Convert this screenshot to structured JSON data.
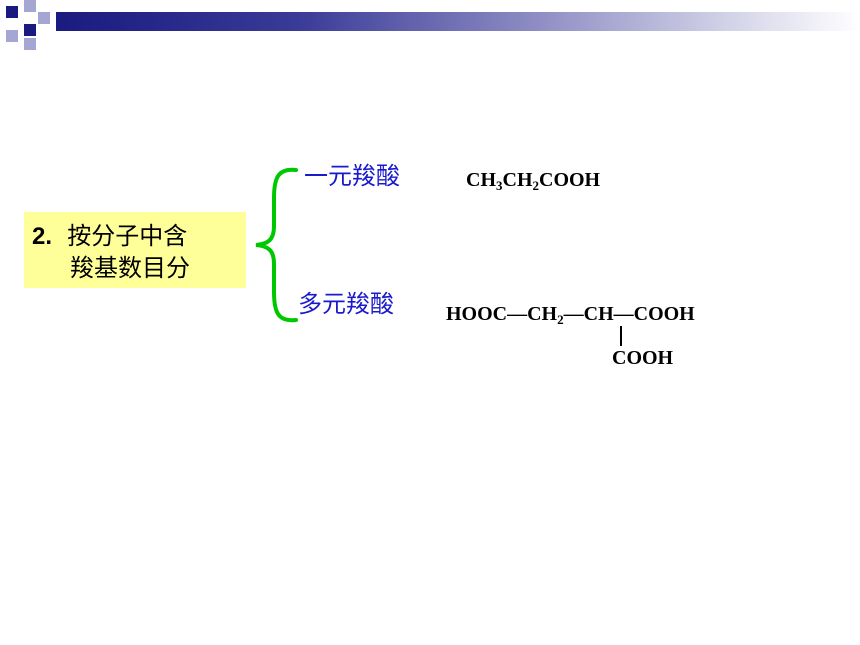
{
  "header": {
    "accent_dark": "#1a1a80",
    "accent_light": "#a6a6d2"
  },
  "label": {
    "number": "2.",
    "line1": "按分子中含",
    "line2": "羧基数目分",
    "bg_color": "#ffff99"
  },
  "brace_color": "#00c800",
  "categories": [
    {
      "name": "一元羧酸",
      "formula": {
        "p1": "CH",
        "s1": "3",
        "p2": "CH",
        "s2": "2",
        "p3": "COOH"
      }
    },
    {
      "name": "多元羧酸",
      "formula": {
        "main_a": "HOOC—CH",
        "main_sub": "2",
        "main_b": "—CH—COOH",
        "branch": "COOH"
      }
    }
  ]
}
